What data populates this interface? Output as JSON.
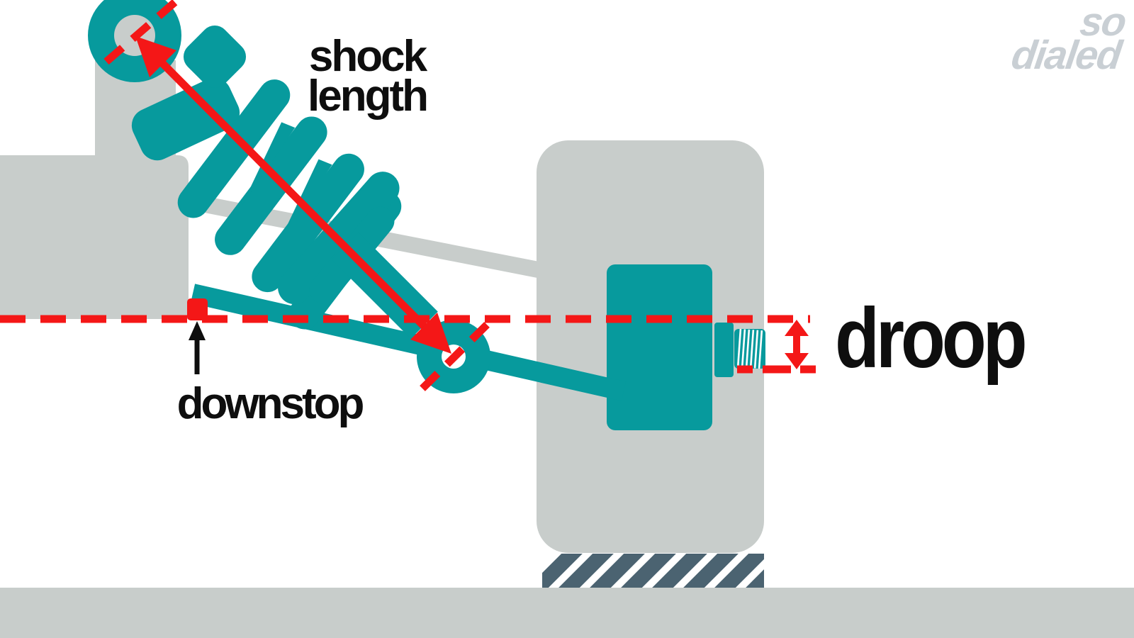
{
  "labels": {
    "shock_length": {
      "line1": "shock",
      "line2": "length"
    },
    "downstop": "downstop",
    "droop": "droop"
  },
  "watermark": {
    "line1": "so",
    "line2": "dialed"
  },
  "colors": {
    "teal": "#079a9d",
    "red": "#f41717",
    "gray": "#c8cdcb",
    "hatch": "#4b6371",
    "watermark_gray": "#c9cfd4",
    "text": "#0e0e0e",
    "background": "#ffffff"
  }
}
